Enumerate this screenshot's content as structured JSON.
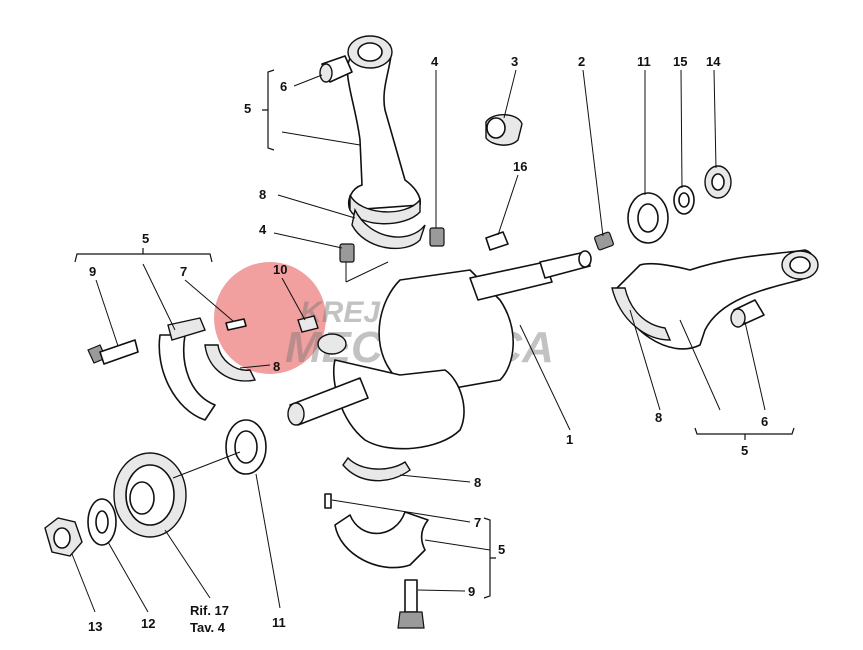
{
  "diagram": {
    "callouts": {
      "c1": "1",
      "c2": "2",
      "c3": "3",
      "c4a": "4",
      "c4b": "4",
      "c5a": "5",
      "c5b": "5",
      "c5c": "5",
      "c5d": "5",
      "c6a": "6",
      "c6b": "6",
      "c7a": "7",
      "c7b": "7",
      "c8a": "8",
      "c8b": "8",
      "c8c": "8",
      "c8d": "8",
      "c9a": "9",
      "c9b": "9",
      "c10": "10",
      "c11a": "11",
      "c11b": "11",
      "c12": "12",
      "c13": "13",
      "c14": "14",
      "c15": "15",
      "c16": "16"
    },
    "reference": {
      "line1": "Rif. 17",
      "line2": "Tav. 4"
    }
  },
  "watermark": {
    "line1": "KREJBICH",
    "line2": "MECCANICA"
  }
}
